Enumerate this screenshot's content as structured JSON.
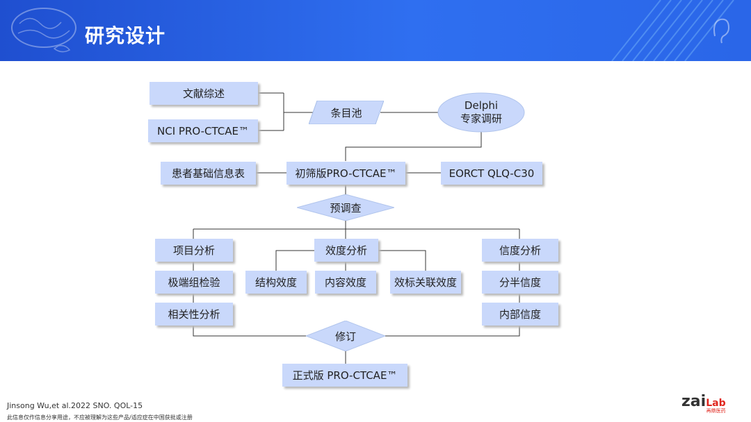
{
  "header": {
    "title": "研究设计"
  },
  "flow": {
    "lit_review": "文献综述",
    "nci": "NCI PRO-CTCAE™",
    "item_pool": "条目池",
    "delphi_line1": "Delphi",
    "delphi_line2": "专家调研",
    "patient_info": "患者基础信息表",
    "initial": "初筛版PRO-CTCAE™",
    "eortc": "EORCT QLQ-C30",
    "pretest": "预调查",
    "item_analysis": "项目分析",
    "extreme": "极端组检验",
    "correlation": "相关性分析",
    "validity": "效度分析",
    "structural": "结构效度",
    "content": "内容效度",
    "criterion": "效标关联效度",
    "reliability": "信度分析",
    "split_half": "分半信度",
    "internal": "内部信度",
    "revise": "修订",
    "final": "正式版 PRO-CTCAE™"
  },
  "footer": {
    "citation": "Jinsong Wu,et al.2022 SNO. QOL-15",
    "disclaimer": "此信息仅作信息分享用途，不应被理解为这些产品/适应症在中国获批或注册"
  },
  "logo": {
    "main": "zai",
    "accent": "Lab",
    "sub": "再鼎医药"
  }
}
